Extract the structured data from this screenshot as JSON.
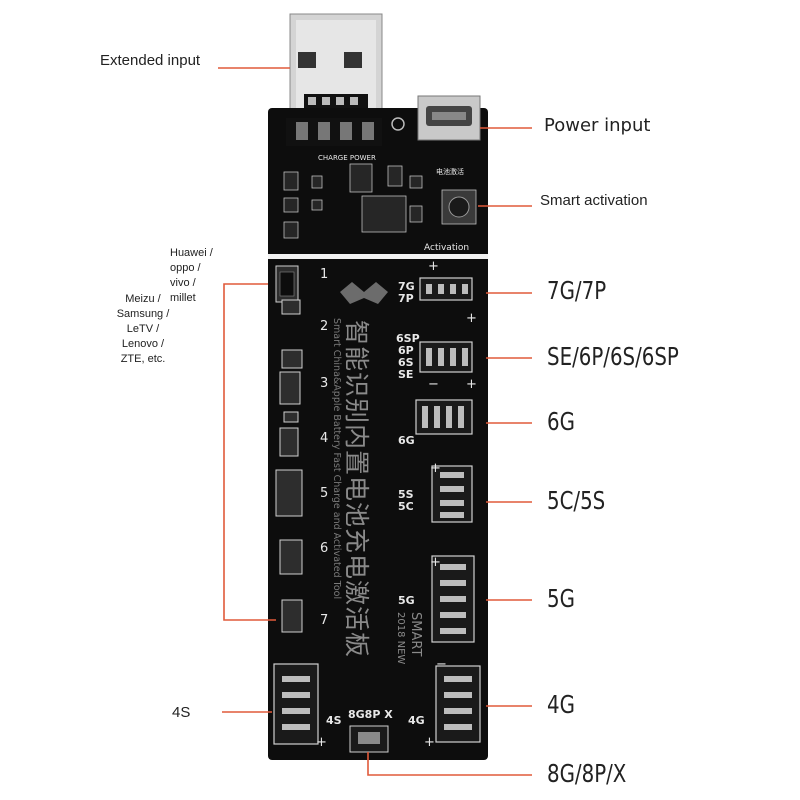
{
  "labels": {
    "extended_input": "Extended input",
    "power_input": "Power input",
    "smart_activation": "Smart activation",
    "huawei_group": "Huawei / oppo / vivo / millet",
    "meizu_group": "Meizu / Samsung / LeTV / Lenovo / ZTE, etc.",
    "l4s": "4S",
    "p7g": "7G/7P",
    "pse": "SE/6P/6S/6SP",
    "p6g": "6G",
    "p5c": "5C/5S",
    "p5g": "5G",
    "p4g": "4G",
    "p8g": "8G/8P/X"
  },
  "board": {
    "charge_power": "CHARGE POWER",
    "activation": "Activation",
    "battery_test": "电池激活",
    "chinese_title": "智能识别内置电池充电激活板",
    "english_sub": "Smart China&Apple Battery Fast Charge and Activated Tool",
    "smart": "SMART",
    "version": "2018 NEW",
    "slots": [
      "1",
      "2",
      "3",
      "4",
      "5",
      "6",
      "7"
    ],
    "silk": {
      "s7g": "7G",
      "s7p": "7P",
      "s6sp": "6SP",
      "s6p": "6P",
      "s6s": "6S",
      "sse": "SE",
      "s6g": "6G",
      "s5s": "5S",
      "s5c": "5C",
      "s5g": "5G",
      "s4s": "4S",
      "s4g": "4G",
      "s8g": "8G8P X",
      "plus": "+",
      "minus": "−"
    }
  },
  "colors": {
    "pcb": "#0d0d0d",
    "leader": "#e05a3a",
    "silk": "#e8e8e8",
    "usb_metal": "#cfcfcf"
  }
}
